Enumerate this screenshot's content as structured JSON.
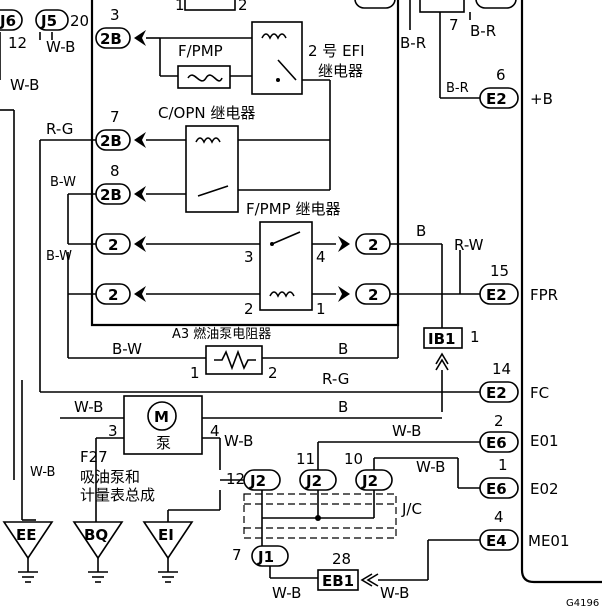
{
  "pins": {
    "j5": "J5",
    "j5_num": "20",
    "p12_left": "12",
    "j6_fragment": "J6",
    "b2_3": "3",
    "b2_7": "7",
    "b2_8": "8",
    "c2_3": "3",
    "c2_4": "4",
    "c2_2": "2",
    "c2_1": "1",
    "e2_6": "6",
    "e2_15": "15",
    "e2_14": "14",
    "ib1_1": "1",
    "res_1": "1",
    "res_2": "2",
    "e6_2": "2",
    "e6_1": "1",
    "e4_4": "4",
    "pump_3": "3",
    "pump_4": "4",
    "j2_12": "12",
    "j2_11": "11",
    "j2_10": "10",
    "j1_7": "7",
    "eb1_28": "28",
    "top_7": "7",
    "top_1": "1",
    "top_2": "2"
  },
  "connectors": {
    "b2": "2B",
    "c2": "2",
    "e2": "E2",
    "e6": "E6",
    "e4": "E4",
    "ib1": "IB1",
    "j2": "J2",
    "j1": "J1",
    "eb1": "EB1",
    "ee": "EE",
    "bq": "BQ",
    "ei": "EI"
  },
  "wires": {
    "wb": "W-B",
    "br": "B-R",
    "rg": "R-G",
    "bw": "B-W",
    "b": "B",
    "rw": "R-W"
  },
  "labels": {
    "fpmp_fuse": "F/PMP",
    "efi_relay": "2 号 EFI",
    "efi_relay2": "继电器",
    "copn_relay": "C/OPN 继电器",
    "fpmp_relay": "F/PMP 继电器",
    "resistor": "A3 燃油泵电阻器",
    "pump_ref": "F27",
    "pump_word": "泵",
    "pump_desc1": "吸油泵和",
    "pump_desc2": "计量表总成",
    "jc": "J/C",
    "ecu_plus_b": "+B",
    "ecu_fpr": "FPR",
    "ecu_fc": "FC",
    "ecu_e01": "E01",
    "ecu_e02": "E02",
    "ecu_me01": "ME01",
    "figure_code": "G4196"
  }
}
